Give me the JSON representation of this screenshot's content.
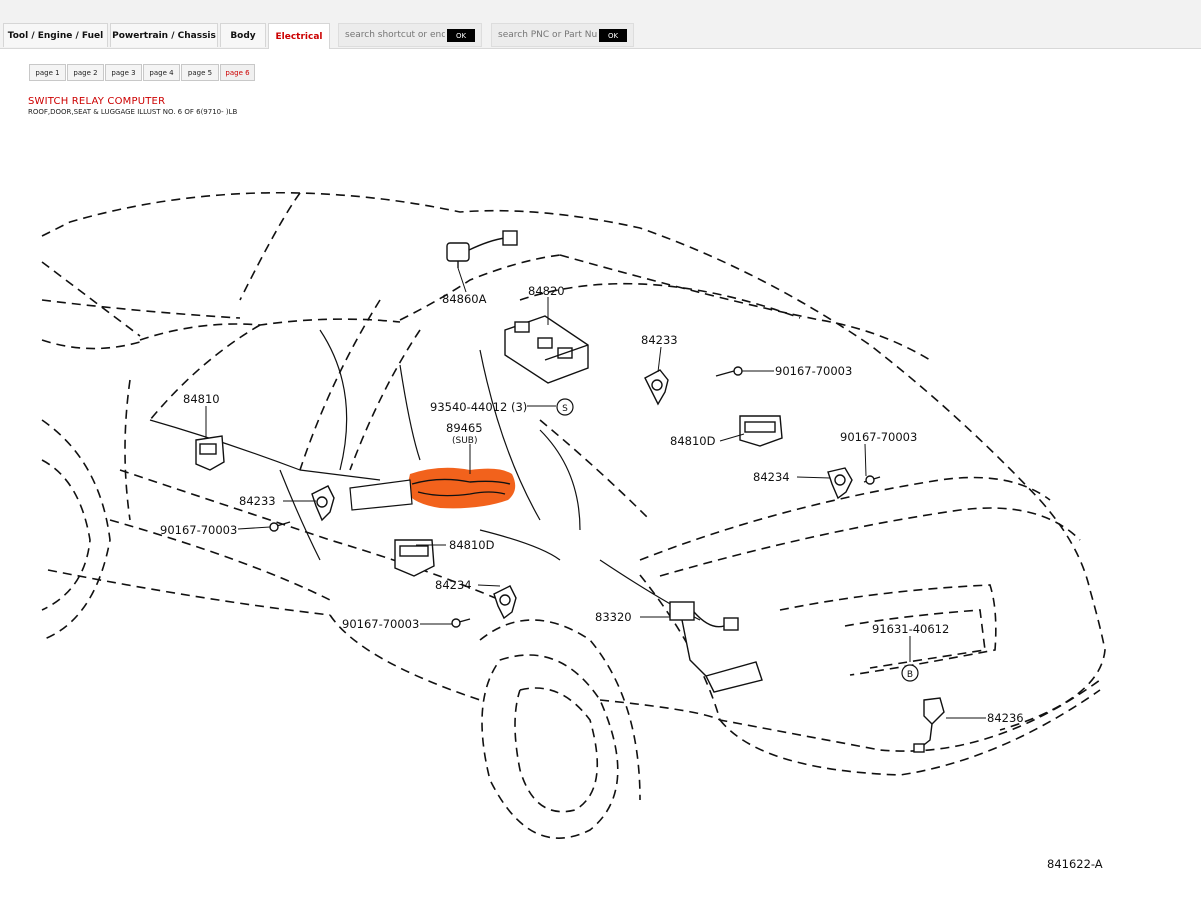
{
  "nav": {
    "tabs": [
      {
        "label": "Tool / Engine / Fuel"
      },
      {
        "label": "Powertrain / Chassis"
      },
      {
        "label": "Body"
      },
      {
        "label": "Electrical"
      }
    ],
    "search_shortcut": {
      "placeholder": "search shortcut or endnote",
      "button": "OK"
    },
    "search_pnc": {
      "placeholder": "search PNC or Part Number",
      "button": "OK"
    }
  },
  "pages": [
    "page 1",
    "page 2",
    "page 3",
    "page 4",
    "page 5",
    "page 6"
  ],
  "accent_color": "#cc0000",
  "highlight_color": "#f15a10",
  "header": {
    "title": "SWITCH RELAY COMPUTER",
    "subtitle": "ROOF,DOOR,SEAT & LUGGAGE ILLUST NO. 6 OF 6(9710- )LB"
  },
  "diagram": {
    "labels": {
      "p84860A": "84860A",
      "p84820": "84820",
      "p84233_right": "84233",
      "p90167_r1": "90167-70003",
      "p93540": "93540-44012 (3)",
      "p89465": "89465",
      "p89465_sub": "(SUB)",
      "p84810": "84810",
      "p84810D_right": "84810D",
      "p90167_r2": "90167-70003",
      "p84234_right": "84234",
      "p84233_left": "84233",
      "p90167_l1": "90167-70003",
      "p84810D_left": "84810D",
      "p84234_left": "84234",
      "p90167_l2": "90167-70003",
      "p83320": "83320",
      "p91631": "91631-40612",
      "p84236": "84236",
      "circle_s": "S",
      "circle_b": "B"
    },
    "illustration_id": "841622-A"
  }
}
